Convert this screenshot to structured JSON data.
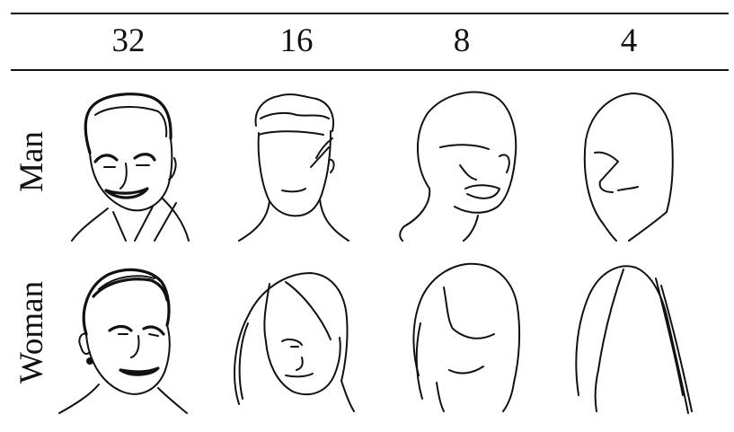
{
  "table": {
    "columns": [
      "32",
      "16",
      "8",
      "4"
    ],
    "rows": [
      "Man",
      "Woman"
    ]
  },
  "cells": [
    {
      "row": "Man",
      "column": "32",
      "icon": "detailed-man-face-sketch-icon"
    },
    {
      "row": "Man",
      "column": "16",
      "icon": "man-face-sketch-icon"
    },
    {
      "row": "Man",
      "column": "8",
      "icon": "simplified-man-face-sketch-icon"
    },
    {
      "row": "Man",
      "column": "4",
      "icon": "minimal-man-face-sketch-icon"
    },
    {
      "row": "Woman",
      "column": "32",
      "icon": "detailed-woman-face-sketch-icon"
    },
    {
      "row": "Woman",
      "column": "16",
      "icon": "woman-face-sketch-icon"
    },
    {
      "row": "Woman",
      "column": "8",
      "icon": "simplified-woman-face-sketch-icon"
    },
    {
      "row": "Woman",
      "column": "4",
      "icon": "minimal-woman-face-sketch-icon"
    }
  ],
  "colors": {
    "ink": "#111111",
    "background": "#ffffff"
  }
}
